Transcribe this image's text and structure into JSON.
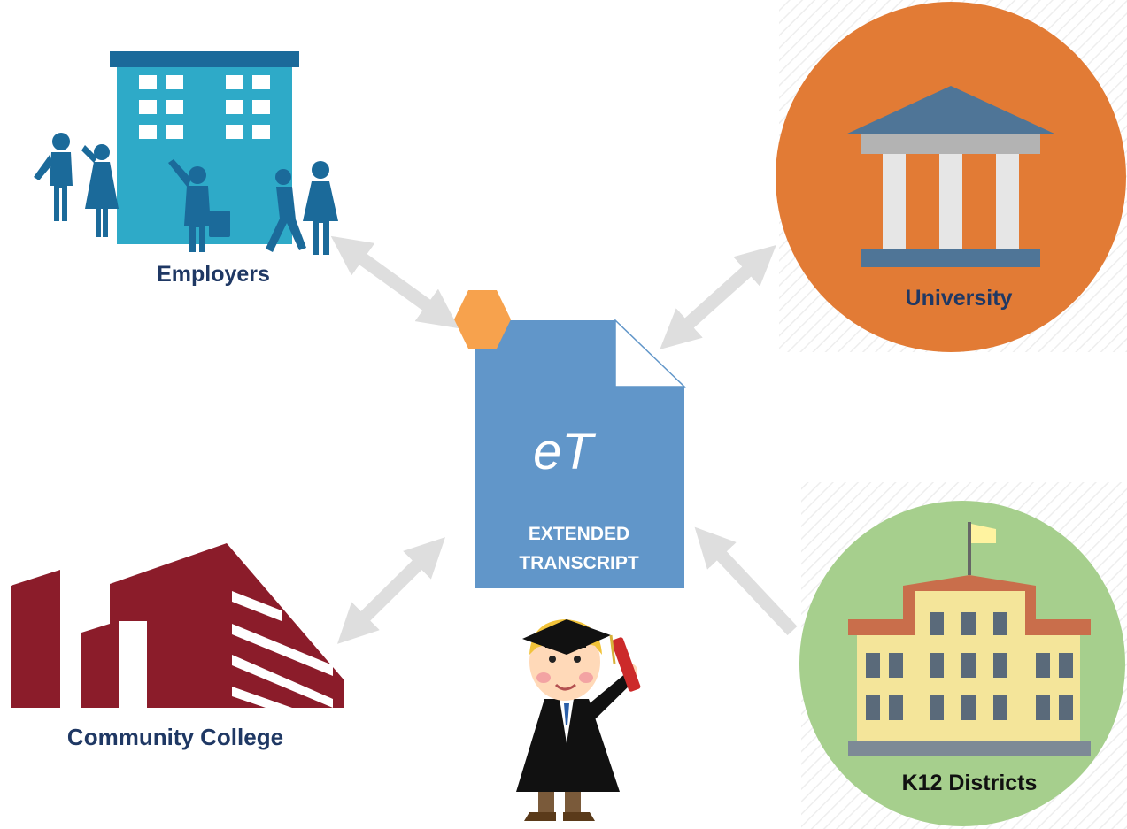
{
  "nodes": {
    "employers": {
      "label": "Employers"
    },
    "university": {
      "label": "University"
    },
    "community_college": {
      "label": "Community College"
    },
    "k12": {
      "label": "K12 Districts"
    }
  },
  "center": {
    "logo": "eT",
    "title_line1": "EXTENDED",
    "title_line2": "TRANSCRIPT"
  },
  "colors": {
    "label_navy": "#1f3864",
    "doc_blue": "#6196c9",
    "hexagon_orange": "#f7a24d",
    "university_orange": "#e27b35",
    "k12_green": "#a6cf8d",
    "college_maroon": "#8b1c2a",
    "employer_teal": "#2eaac8",
    "arrow_gray": "#dedede"
  },
  "icons": [
    "employer-building-icon",
    "university-temple-icon",
    "school-building-icon",
    "college-building-icon",
    "graduate-student-icon",
    "extended-transcript-document-icon"
  ]
}
